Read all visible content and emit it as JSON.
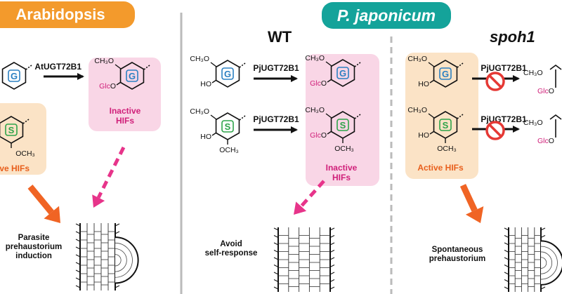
{
  "colors": {
    "orange_pill": "#F39A2C",
    "teal_pill": "#14A39A",
    "pink_box": "#F9D6E6",
    "peach_box": "#FBE3C6",
    "ring_blue": "#2B80C2",
    "ring_green": "#2EA44A",
    "glc": "#D0207A",
    "active_text": "#E85F1C",
    "inactive_text": "#D0207A",
    "orange_arrow": "#F06424",
    "pink_arrow": "#E7348A",
    "divider": "#BBBBBB"
  },
  "headers": {
    "arabidopsis": "Arabidopsis",
    "pjaponicum": "P. japonicum",
    "wt": "WT",
    "spoh1": "spoh1"
  },
  "labels": {
    "enzyme_at": "AtUGT72B1",
    "enzyme_pj": "PjUGT72B1",
    "ring_g": "G",
    "ring_s": "S",
    "ch3o": "CH₃O",
    "och3": "OCH₃",
    "ho": "HO",
    "glc": "Glc",
    "glco": "GlcO",
    "inactive_hifs": "Inactive\nHIFs",
    "active_hifs": "Active HIFs",
    "parasite": "Parasite\nprehaustorium\ninduction",
    "avoid": "Avoid\nself-response",
    "spontaneous": "Spontaneous\nprehaustorium"
  }
}
